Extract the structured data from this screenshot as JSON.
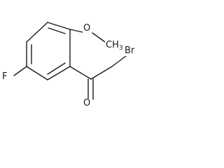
{
  "molecule": {
    "atoms": {
      "fluorine": "F",
      "bromine": "Br",
      "carbonyl_oxygen": "O",
      "methoxy_oxygen": "O",
      "methyl": "CH",
      "methyl_subscript": "3"
    }
  }
}
